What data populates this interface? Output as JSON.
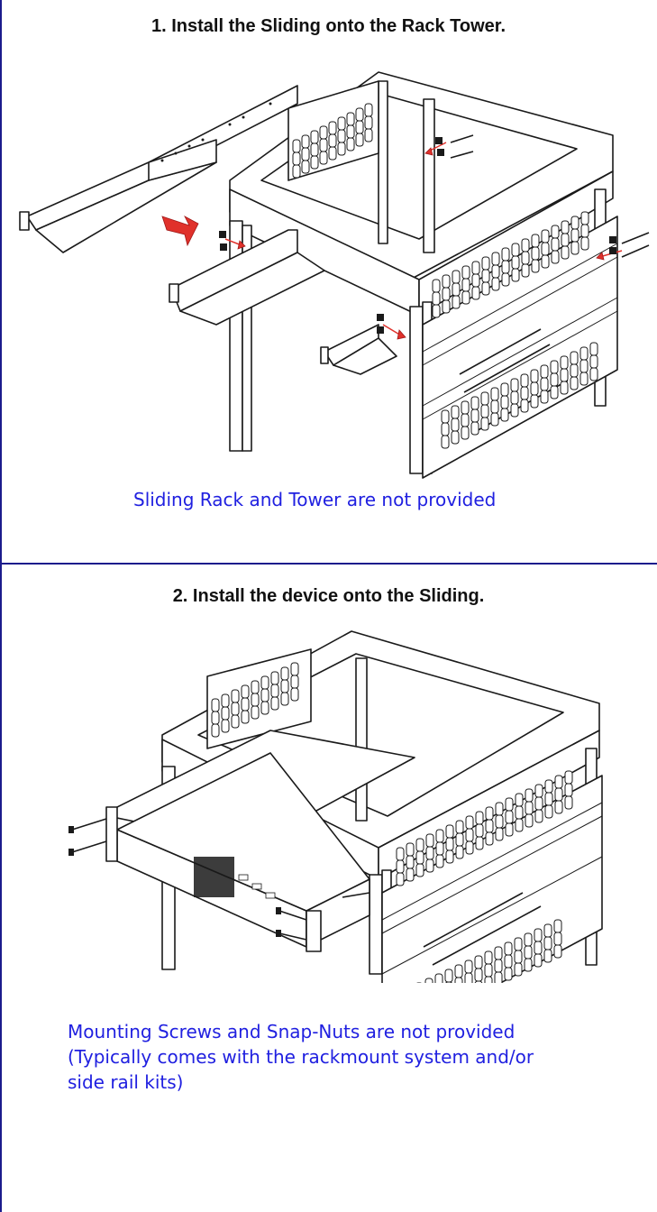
{
  "step1": {
    "title": "1. Install the Sliding onto the Rack Tower.",
    "note": "Sliding Rack and Tower are not provided"
  },
  "step2": {
    "title": "2. Install the device onto the Sliding.",
    "note_lines": [
      "Mounting Screws and Snap-Nuts are not provided",
      "(Typically comes with the rackmount system and/or",
      "side rail kits)"
    ]
  },
  "colors": {
    "border": "#1c1c8c",
    "note_text": "#2020e0",
    "arrow": "#e0312b"
  }
}
